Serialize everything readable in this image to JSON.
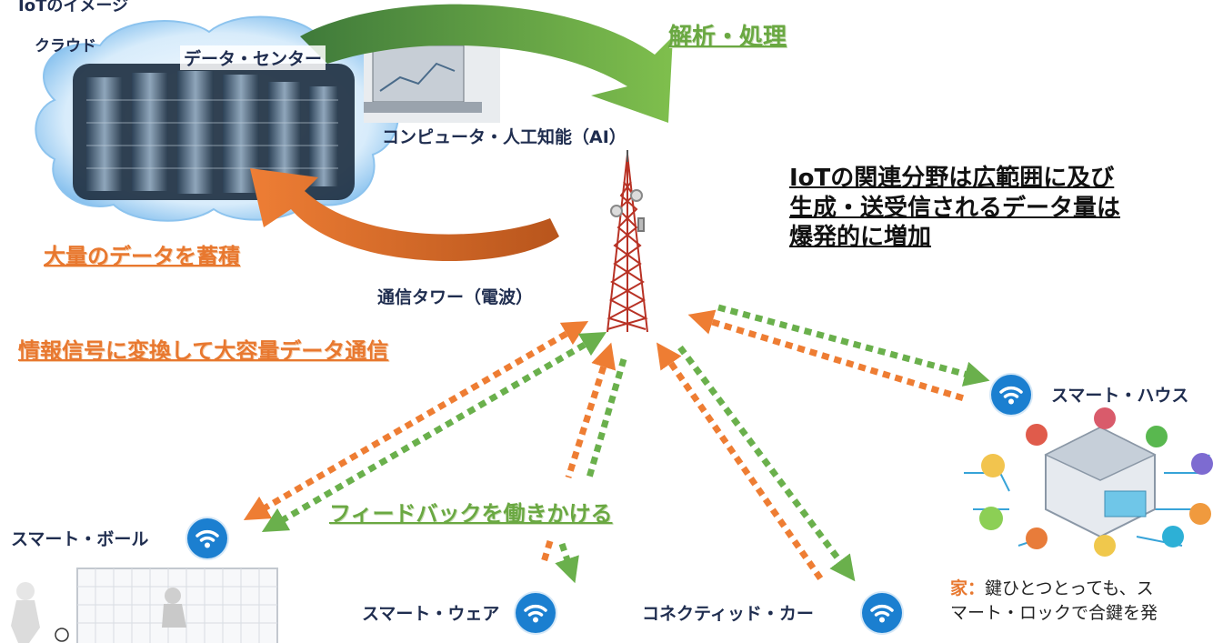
{
  "top_title": "IoTのイメージ",
  "cloud": {
    "cloud_label": "クラウド",
    "datacenter_label": "データ・センター",
    "computer_label": "コンピュータ・人工知能（AI）"
  },
  "flows": {
    "analysis_label": "解析・処理",
    "accumulate_label": "大量のデータを蓄積",
    "convert_label": "情報信号に変換して大容量データ通信",
    "feedback_label": "フィードバックを働きかける"
  },
  "tower": {
    "label": "通信タワー（電波）"
  },
  "headline": {
    "line1": "IoTの関連分野は広範囲に及び",
    "line2": "生成・送受信されるデータ量は",
    "line3": "爆発的に増加"
  },
  "devices": {
    "house": "スマート・ハウス",
    "ball": "スマート・ボール",
    "wear": "スマート・ウェア",
    "car": "コネクティッド・カー"
  },
  "note": {
    "prefix": "家：",
    "line1": "鍵ひとつとっても、ス",
    "line2": "マート・ロックで合鍵を発"
  },
  "colors": {
    "green": "#6aa842",
    "orange": "#e8782f",
    "wifi_blue": "#1b7fd0",
    "tower_red": "#c0392b"
  },
  "icons": [
    "wifi-icon",
    "server-rack-image",
    "laptop-image",
    "tower-image",
    "house-image",
    "goal-image"
  ]
}
